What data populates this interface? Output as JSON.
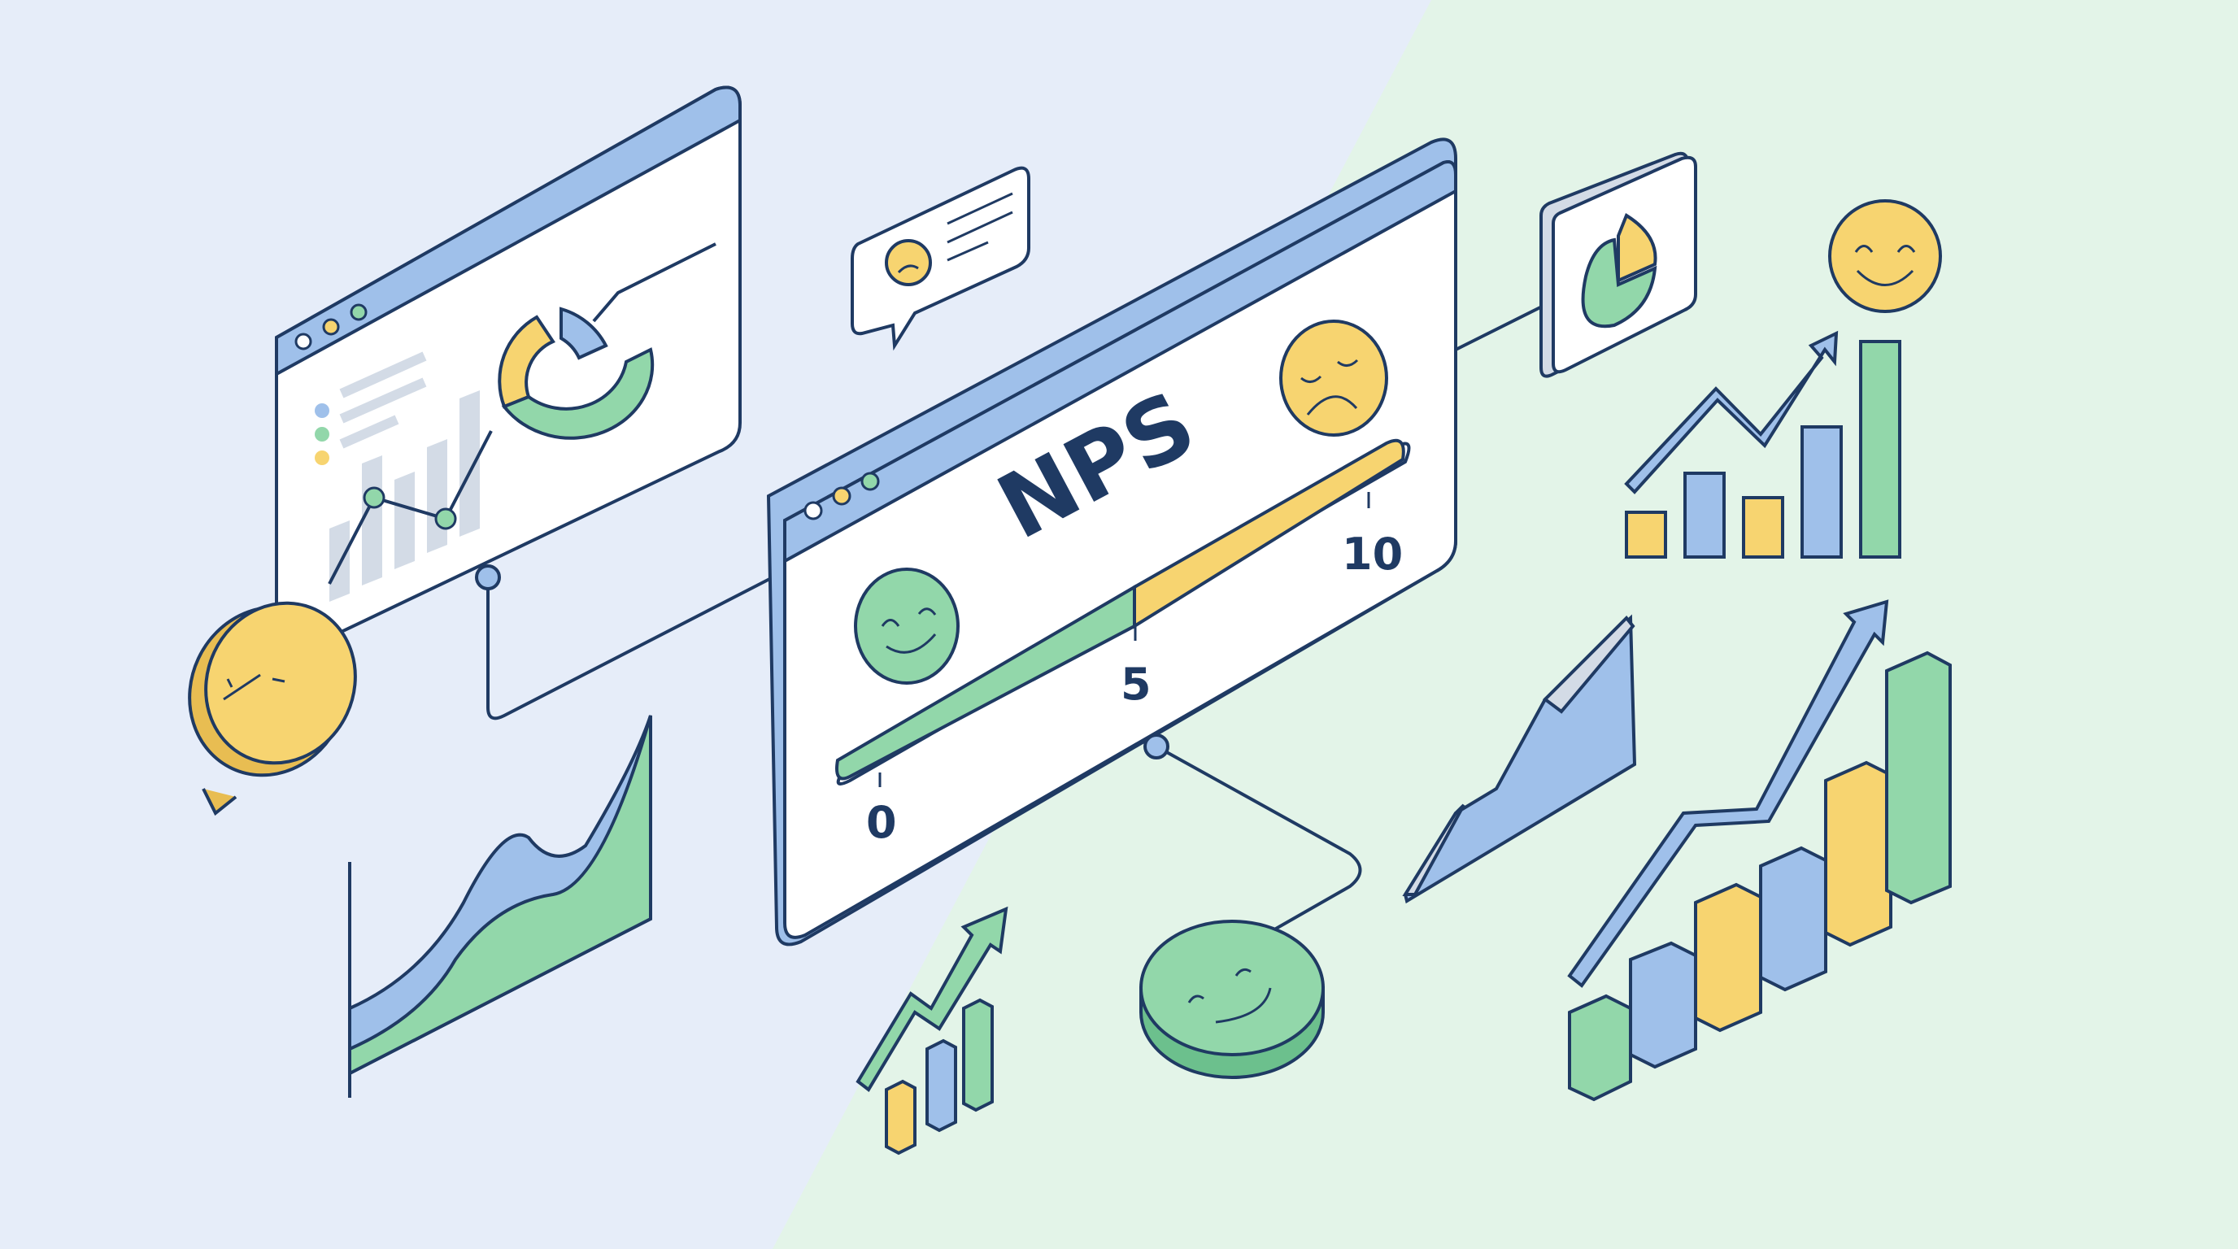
{
  "colors": {
    "bg_left": "#e6edf9",
    "bg_right": "#e3f4e8",
    "outline": "#1f3a63",
    "blue": "#9fc0ea",
    "blue_dark": "#7fa6da",
    "green": "#92d7aa",
    "green_dark": "#6cc08d",
    "yellow": "#f7d470",
    "yellow_dark": "#e8bd52",
    "white": "#ffffff",
    "gray": "#d3dbe6"
  },
  "nps_panel": {
    "title": "NPS",
    "scale_min": "0",
    "scale_mid": "5",
    "scale_max": "10",
    "promoter_icon": "smiley-happy-icon",
    "detractor_icon": "smiley-sad-icon"
  },
  "dashboard_panel": {
    "legend_items": 3,
    "icons": [
      "donut-chart-icon",
      "line-chart-icon",
      "bar-chart-icon"
    ]
  },
  "feedback_bubble": {
    "icon": "smiley-sad-icon",
    "text_lines": 3
  },
  "decor": {
    "icons": [
      "pie-chart-card-icon",
      "smiley-happy-icon",
      "trend-arrow-icon",
      "bar-chart-3d-icon",
      "area-chart-icon",
      "sad-speech-bubble-icon",
      "happy-coin-icon"
    ]
  }
}
